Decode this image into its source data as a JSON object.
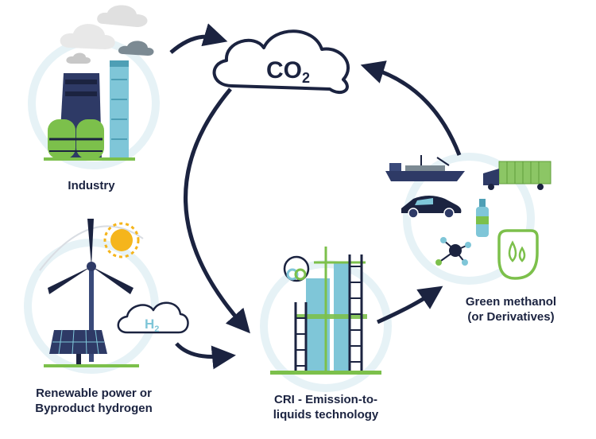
{
  "co2": {
    "main": "CO",
    "sub": "2"
  },
  "h2": {
    "main": "H",
    "sub": "2"
  },
  "labels": {
    "industry": "Industry",
    "renewable": [
      "Renewable power or",
      "Byproduct hydrogen"
    ],
    "cri": [
      "CRI - Emission-to-",
      "liquids technology"
    ],
    "methanol": [
      "Green methanol",
      "(or Derivatives)"
    ]
  },
  "colors": {
    "navy": "#1b2340",
    "green": "#7cc04b",
    "lightblue": "#7fc6d8",
    "pale": "#e3f1f5",
    "steel": "#3a4a7a"
  },
  "icons": [
    "co2-cloud-icon",
    "h2-cloud-icon",
    "factory-icon",
    "wind-turbine-icon",
    "sun-icon",
    "solar-panel-icon",
    "plant-icon",
    "ship-icon",
    "truck-icon",
    "car-icon",
    "bottle-icon",
    "molecule-icon",
    "droplet-badge-icon",
    "cri-logo-icon"
  ]
}
